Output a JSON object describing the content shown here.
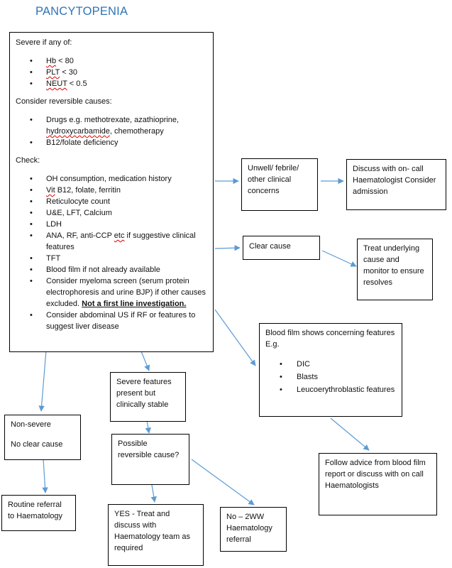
{
  "title": "PANCYTOPENIA",
  "main": {
    "severe_heading": "Severe if any of:",
    "severe_items": [
      {
        "sq": "Hb",
        "rest": " < 80"
      },
      {
        "sq": "PLT",
        "rest": " < 30"
      },
      {
        "sq": "NEUT",
        "rest": " < 0.5"
      }
    ],
    "reversible_heading": "Consider reversible causes:",
    "drugs_pre": "Drugs e.g. methotrexate, azathioprine, ",
    "drugs_sq": "hydroxycarbamide",
    "drugs_post": ", chemotherapy",
    "b12": "B12/folate deficiency",
    "check_heading": "Check:",
    "oh": "OH consumption, medication history",
    "vit_sq": "Vit",
    "vit_rest": " B12, folate, ferritin",
    "retic": "Reticulocyte count",
    "ue": "U&E, LFT, Calcium",
    "ldh": "LDH",
    "ana_pre": "ANA, RF, anti-CCP ",
    "ana_sq": "etc",
    "ana_post": " if suggestive clinical features",
    "tft": "TFT",
    "film": "Blood film if not already available",
    "myeloma_pre": "Consider myeloma screen (serum protein electrophoresis and urine BJP) if other causes excluded. ",
    "myeloma_bold": "Not a first line investigation.",
    "abdo": "Consider abdominal US if RF or features to suggest liver disease"
  },
  "unwell": "Unwell/ febrile/ other clinical concerns",
  "discuss": "Discuss with on- call Haematologist Consider admission",
  "clear_cause": "Clear cause",
  "treat": "Treat underlying cause and monitor to ensure resolves",
  "blood_film": {
    "heading": "Blood film shows concerning features E.g.",
    "items": [
      "DIC",
      "Blasts",
      "Leucoerythroblastic features"
    ]
  },
  "follow": "Follow advice from blood film report or discuss with on call Haematologists",
  "severe_stable": "Severe features present but clinically stable",
  "possible": "Possible reversible cause?",
  "non_severe": {
    "line1": "Non-severe",
    "line2": "No clear cause"
  },
  "routine": "Routine referral to Haematology",
  "yes": "YES - Treat and discuss with Haematology team as required",
  "no": "No – 2WW Haematology referral",
  "colors": {
    "arrow": "#5b9bd5",
    "title": "#2e74b5"
  }
}
